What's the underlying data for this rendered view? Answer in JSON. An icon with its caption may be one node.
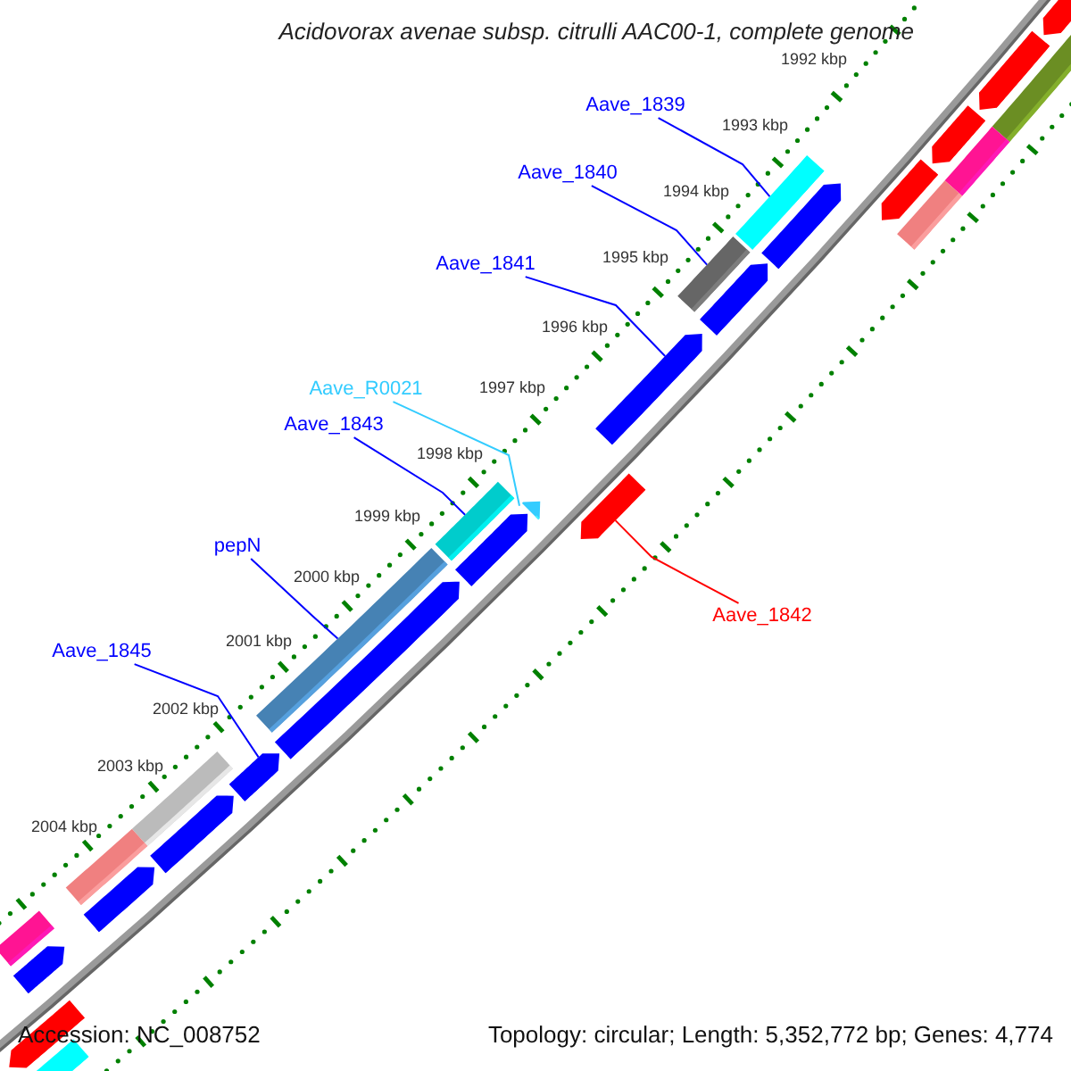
{
  "diagram": {
    "title": "Acidovorax avenae subsp. citrulli AAC00-1, complete genome",
    "nodes": [
      {
        "text": [
          "Aave_1839"
        ]
      },
      {
        "text": [
          "Aave_1840"
        ]
      },
      {
        "text": [
          "Aave_1841"
        ]
      },
      {
        "text": [
          "Aave_R0021"
        ]
      },
      {
        "text": [
          "Aave_1843"
        ]
      },
      {
        "text": [
          "pepN"
        ]
      },
      {
        "text": [
          "Aave_1845"
        ]
      },
      {
        "text": [
          "Aave_1842"
        ]
      },
      {
        "text": [],
        "shape": "arrow"
      },
      {
        "text": [],
        "shape": "bar"
      },
      {
        "text": [],
        "shape": "arrow"
      },
      {
        "text": [],
        "shape": "arrow"
      },
      {
        "text": [],
        "shape": "bar"
      },
      {
        "text": [],
        "shape": "bar"
      },
      {
        "text": [],
        "shape": "arrow"
      },
      {
        "text": [],
        "shape": "arrow"
      },
      {
        "text": [],
        "shape": "bar"
      },
      {
        "text": [],
        "shape": "bar"
      },
      {
        "text": [],
        "shape": "arrow"
      },
      {
        "text": [],
        "shape": "arrow"
      },
      {
        "text": [],
        "shape": "arrow"
      },
      {
        "text": [],
        "shape": "bar"
      },
      {
        "text": [],
        "shape": "arrow"
      },
      {
        "text": [],
        "shape": "arrow"
      },
      {
        "text": [],
        "shape": "bar"
      },
      {
        "text": [],
        "shape": "arrow"
      },
      {
        "text": [],
        "shape": "arrow"
      },
      {
        "text": [],
        "shape": "bar"
      },
      {
        "text": [],
        "shape": "arrow"
      },
      {
        "text": [],
        "shape": "bar"
      },
      {
        "text": [],
        "shape": "arrow"
      },
      {
        "text": [],
        "shape": "bar"
      },
      {
        "text": [],
        "shape": "arrow"
      },
      {
        "text": [],
        "shape": "arrow"
      },
      {
        "text": [],
        "shape": "bar"
      }
    ],
    "edges": [
      {
        "from": 0,
        "to": 13,
        "arrow": "none"
      },
      {
        "from": 1,
        "to": 17,
        "arrow": "none"
      },
      {
        "from": 2,
        "to": 19,
        "arrow": "none"
      },
      {
        "from": 3,
        "to": 22,
        "arrow": "none",
        "color": "#33ccff"
      },
      {
        "from": 4,
        "to": 21,
        "arrow": "none"
      },
      {
        "from": 5,
        "to": 24,
        "arrow": "none"
      },
      {
        "from": 6,
        "to": 26,
        "arrow": "none"
      },
      {
        "from": 7,
        "to": 20,
        "arrow": "none",
        "color": "#ff0000"
      }
    ],
    "labels": [
      "1992 kbp",
      "1993 kbp",
      "1994 kbp",
      "1995 kbp",
      "1996 kbp",
      "1997 kbp",
      "1998 kbp",
      "1999 kbp",
      "2000 kbp",
      "2001 kbp",
      "2002 kbp",
      "2003 kbp",
      "2004 kbp",
      "Accession: NC_008752",
      "Topology: circular; Length: 5,352,772 bp; Genes: 4,774"
    ]
  }
}
